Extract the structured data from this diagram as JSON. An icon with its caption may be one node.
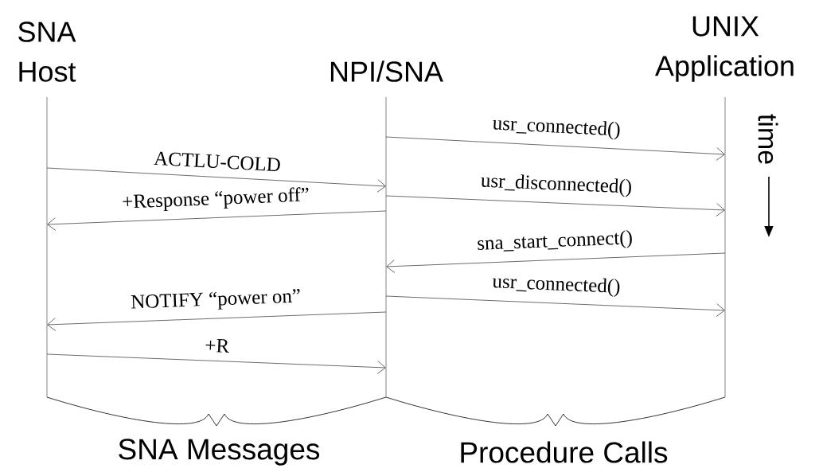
{
  "diagram": {
    "nodes": [
      {
        "text": [
          "SNA Host"
        ]
      },
      {
        "text": [
          "NPI/SNA"
        ]
      },
      {
        "text": [
          "UNIX Application"
        ]
      }
    ],
    "edges": [
      {
        "from": 1,
        "to": 2,
        "arrow": "to",
        "label": "usr_connected()"
      },
      {
        "from": 0,
        "to": 1,
        "arrow": "to",
        "label": "ACTLU-COLD"
      },
      {
        "from": 1,
        "to": 2,
        "arrow": "to",
        "label": "usr_disconnected()"
      },
      {
        "from": 1,
        "to": 0,
        "arrow": "to",
        "label": "+Response “power off”"
      },
      {
        "from": 2,
        "to": 1,
        "arrow": "to",
        "label": "sna_start_connect()"
      },
      {
        "from": 1,
        "to": 2,
        "arrow": "to",
        "label": "usr_connected()"
      },
      {
        "from": 1,
        "to": 0,
        "arrow": "to",
        "label": "NOTIFY “power on”"
      },
      {
        "from": 0,
        "to": 1,
        "arrow": "to",
        "label": "+R"
      }
    ],
    "labels": [
      "time",
      "SNA Messages",
      "Procedure Calls"
    ]
  }
}
